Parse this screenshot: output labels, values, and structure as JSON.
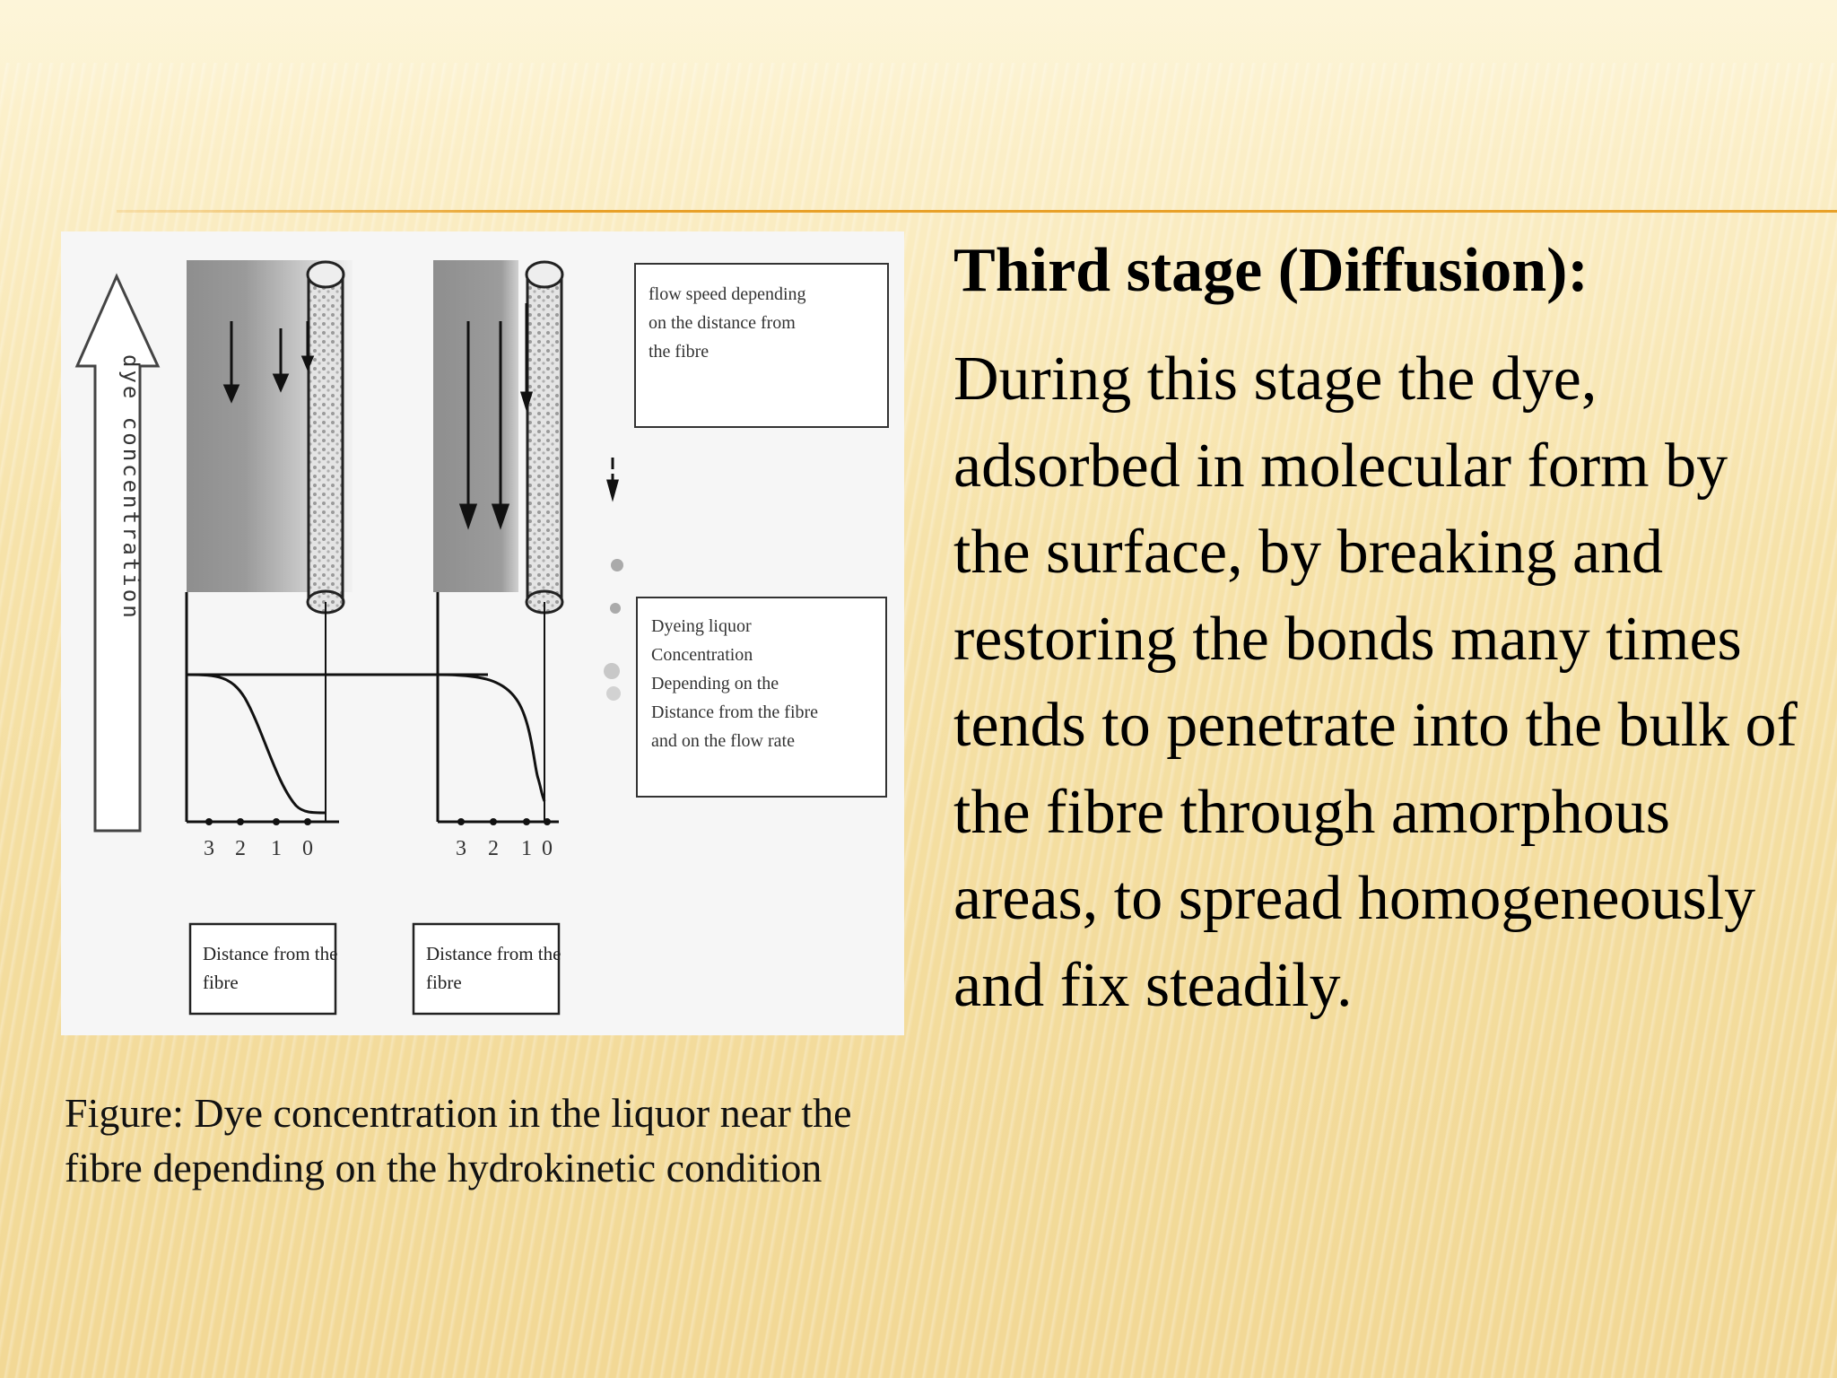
{
  "slide": {
    "heading": "Third stage (Diffusion):",
    "body": "During this stage the dye, adsorbed in molecular form by the surface, by breaking and restoring the bonds many times tends to penetrate into the bulk of the fibre through amorphous areas, to spread homogeneously and fix steadily.",
    "caption": "Figure: Dye concentration in the liquor near the fibre depending on the hydrokinetic condition"
  },
  "figure": {
    "axis_label": "dye concentration",
    "ticks_left": [
      "3",
      "2",
      "1",
      "0"
    ],
    "ticks_right": [
      "3",
      "2",
      "1",
      "0"
    ],
    "distance_box_left": [
      "Distance from the",
      "fibre"
    ],
    "distance_box_right": [
      "Distance from the",
      "fibre"
    ],
    "legend_flow": [
      "flow speed depending",
      "on the distance from",
      "the fibre"
    ],
    "legend_liquor": [
      "Dyeing liquor",
      "Concentration",
      "Depending on the",
      "Distance from the fibre",
      "and on the flow rate"
    ]
  },
  "colors": {
    "rule": "#e8a028",
    "text": "#000000",
    "figure_bg": "#f6f6f6"
  }
}
